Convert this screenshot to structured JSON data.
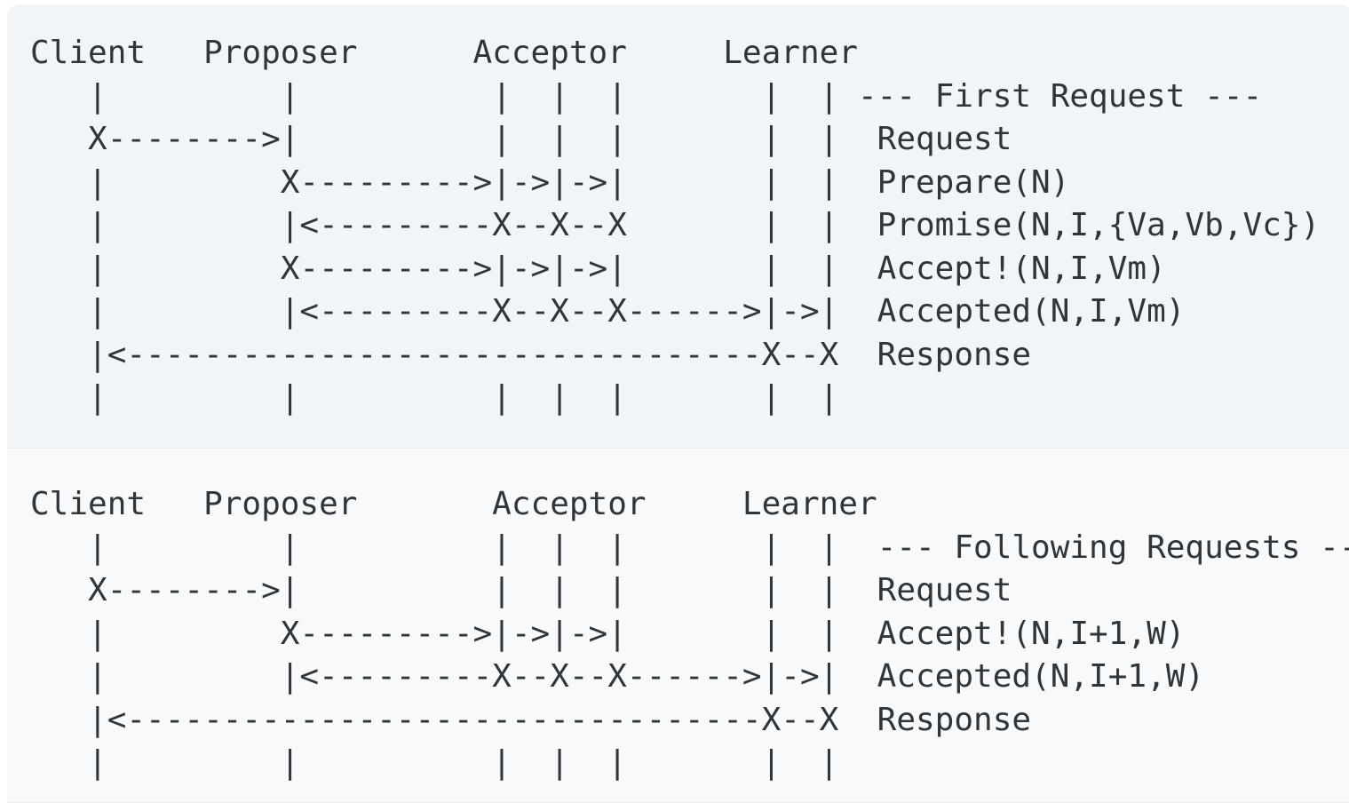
{
  "page": {
    "background_color": "#ffffff",
    "panel_top_background": "#f2f5f7",
    "panel_bottom_background": "#f7f9fa",
    "divider_color": "#e7eaee",
    "text_color": "#303539"
  },
  "diagrams": [
    {
      "name": "multi-paxos-first-request",
      "section_label": "--- First Request ---",
      "participants": [
        "Client",
        "Proposer",
        "Acceptor",
        "Learner"
      ],
      "messages": [
        "Request",
        "Prepare(N)",
        "Promise(N,I,{Va,Vb,Vc})",
        "Accept!(N,I,Vm)",
        "Accepted(N,I,Vm)",
        "Response"
      ],
      "lines": [
        "Client   Proposer      Acceptor     Learner",
        "   |         |          |  |  |       |  | --- First Request ---",
        "   X-------->|          |  |  |       |  |  Request",
        "   |         X--------->|->|->|       |  |  Prepare(N)",
        "   |         |<---------X--X--X       |  |  Promise(N,I,{Va,Vb,Vc})",
        "   |         X--------->|->|->|       |  |  Accept!(N,I,Vm)",
        "   |         |<---------X--X--X------>|->|  Accepted(N,I,Vm)",
        "   |<---------------------------------X--X  Response",
        "   |         |          |  |  |       |  |"
      ]
    },
    {
      "name": "multi-paxos-following-requests",
      "section_label": "--- Following Requests ---",
      "participants": [
        "Client",
        "Proposer",
        "Acceptor",
        "Learner"
      ],
      "messages": [
        "Request",
        "Accept!(N,I+1,W)",
        "Accepted(N,I+1,W)",
        "Response"
      ],
      "lines": [
        "Client   Proposer       Acceptor     Learner",
        "   |         |          |  |  |       |  |  --- Following Requests ---",
        "   X-------->|          |  |  |       |  |  Request",
        "   |         X--------->|->|->|       |  |  Accept!(N,I+1,W)",
        "   |         |<---------X--X--X------>|->|  Accepted(N,I+1,W)",
        "   |<---------------------------------X--X  Response",
        "   |         |          |  |  |       |  |"
      ]
    }
  ]
}
